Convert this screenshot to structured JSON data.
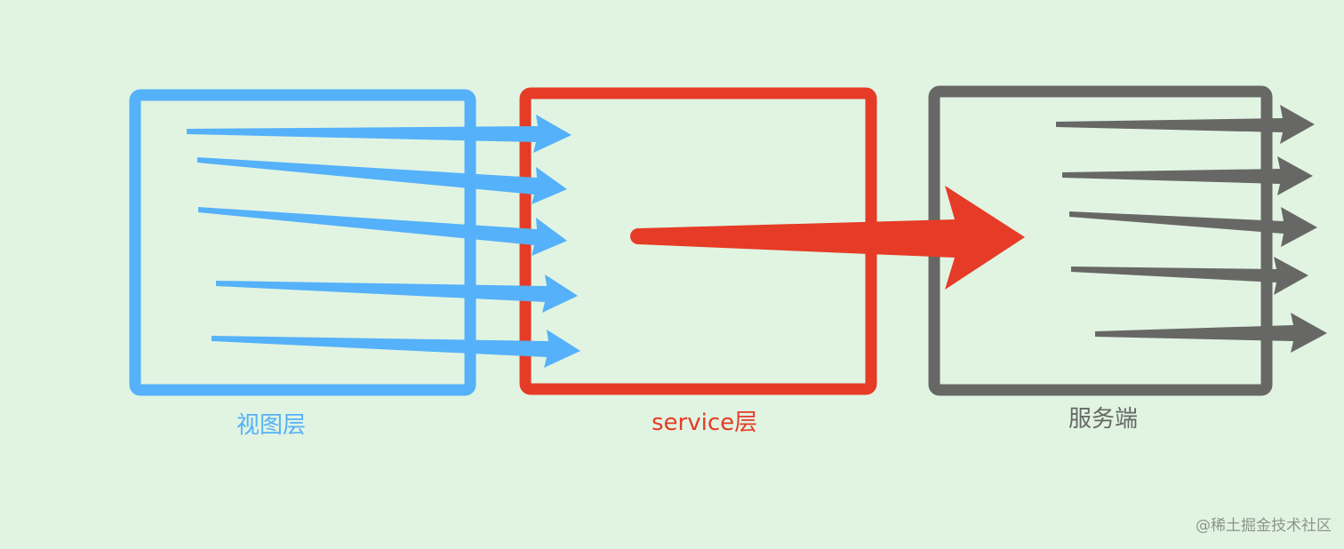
{
  "colors": {
    "background": "#e1f4e2",
    "view_layer": "#55b1f9",
    "service_layer": "#e63b26",
    "server": "#676866"
  },
  "labels": {
    "view_layer": "视图层",
    "service_layer": "service层",
    "server": "服务端"
  },
  "watermark": "@稀土掘金技术社区"
}
